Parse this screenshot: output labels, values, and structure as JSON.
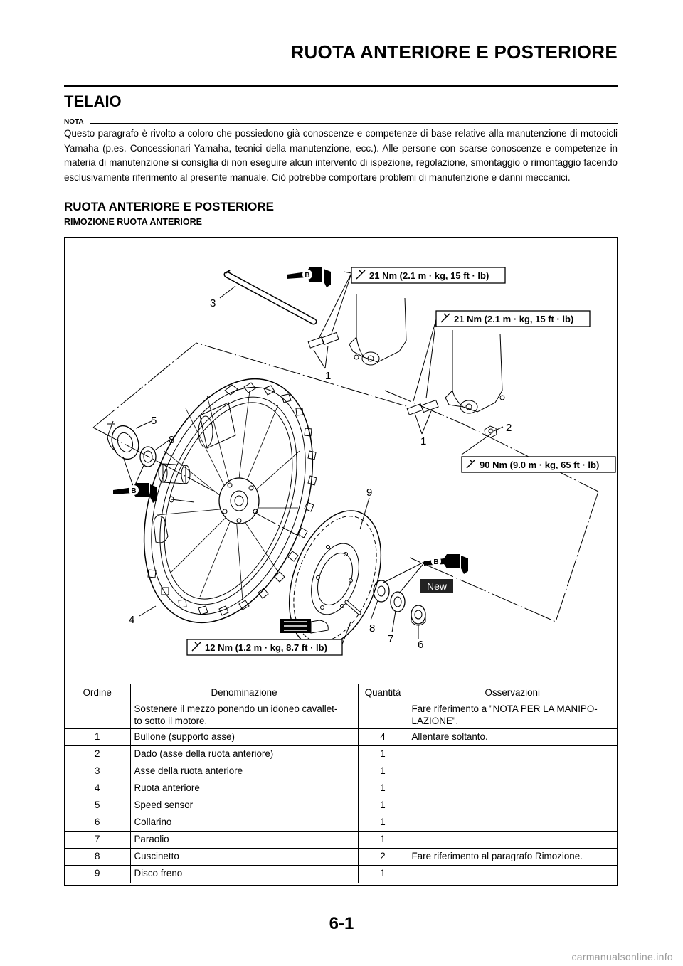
{
  "header": {
    "title": "RUOTA ANTERIORE E POSTERIORE"
  },
  "section": {
    "title": "TELAIO"
  },
  "nota": {
    "label": "NOTA",
    "text": "Questo paragrafo è rivolto a coloro che possiedono già conoscenze e competenze di base relative alla manutenzione di motocicli Yamaha (p.es. Concessionari Yamaha, tecnici della manutenzione, ecc.).  Alle persone con scarse conoscenze e competenze in materia di manutenzione si consiglia di non eseguire alcun intervento di ispezione, regolazione, smontaggio o rimontaggio facendo esclusivamente riferimento al presente manuale.  Ciò potrebbe comportare problemi di manutenzione e danni meccanici."
  },
  "subsection": {
    "title": "RUOTA ANTERIORE E POSTERIORE"
  },
  "subsubsection": {
    "title": "RIMOZIONE RUOTA ANTERIORE"
  },
  "diagram": {
    "torques": [
      "21 Nm (2.1 m · kg, 15 ft · lb)",
      "21 Nm (2.1 m · kg, 15 ft · lb)",
      "90 Nm (9.0 m · kg, 65 ft · lb)",
      "12 Nm (1.2 m · kg, 8.7 ft · lb)"
    ],
    "callouts": [
      "3",
      "1",
      "2",
      "1",
      "5",
      "8",
      "9",
      "4",
      "8",
      "7",
      "6"
    ],
    "grease_mark": "B",
    "new_badge": "New"
  },
  "table": {
    "headers": [
      "Ordine",
      "Denominazione",
      "Quantità",
      "Osservazioni"
    ],
    "rows": [
      [
        "",
        "Sostenere il mezzo ponendo un idoneo cavallet-\nto sotto il motore.",
        "",
        "Fare riferimento a \"NOTA PER LA MANIPO-\nLAZIONE\"."
      ],
      [
        "1",
        "Bullone (supporto asse)",
        "4",
        "Allentare soltanto."
      ],
      [
        "2",
        "Dado (asse della ruota anteriore)",
        "1",
        ""
      ],
      [
        "3",
        "Asse della ruota anteriore",
        "1",
        ""
      ],
      [
        "4",
        "Ruota anteriore",
        "1",
        ""
      ],
      [
        "5",
        "Speed sensor",
        "1",
        ""
      ],
      [
        "6",
        "Collarino",
        "1",
        ""
      ],
      [
        "7",
        "Paraolio",
        "1",
        ""
      ],
      [
        "8",
        "Cuscinetto",
        "2",
        "Fare riferimento al paragrafo Rimozione."
      ],
      [
        "9",
        "Disco freno",
        "1",
        ""
      ]
    ]
  },
  "footer": {
    "page_number": "6-1"
  },
  "watermark": "carmanualsonline.info"
}
